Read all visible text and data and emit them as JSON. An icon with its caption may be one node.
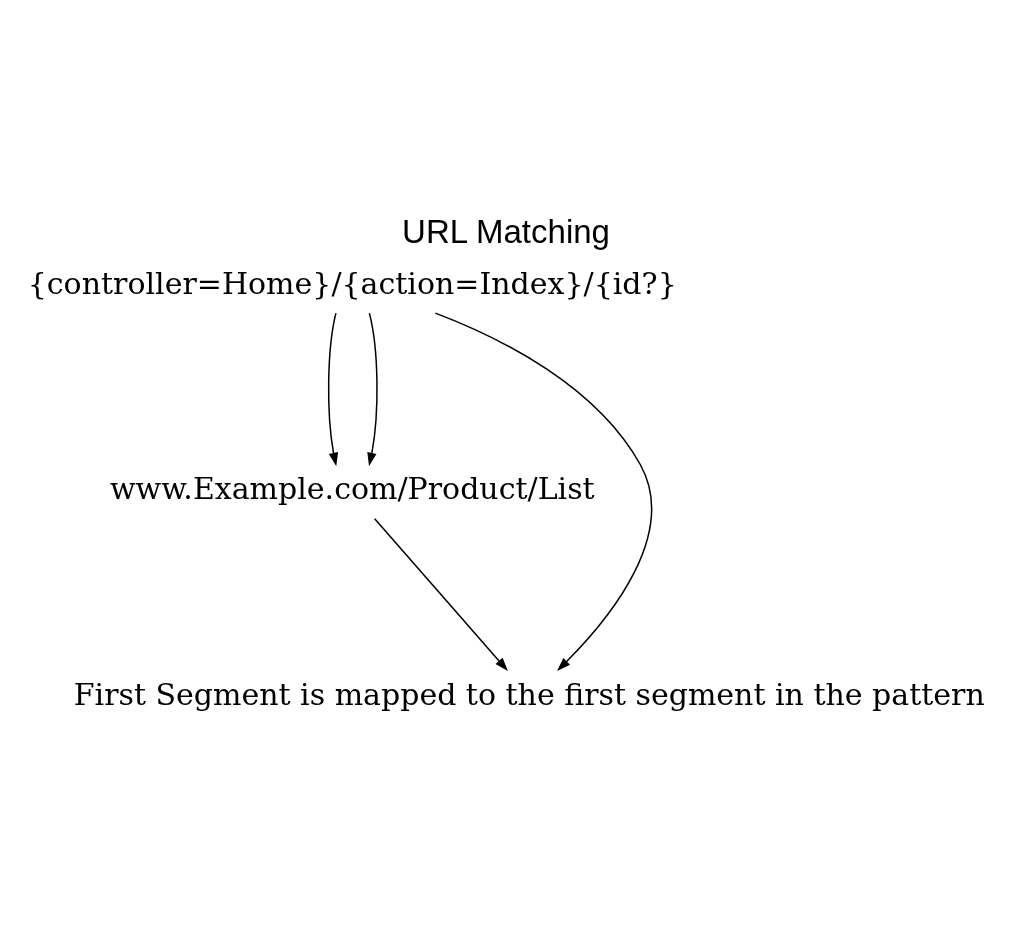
{
  "diagram": {
    "title": "URL Matching",
    "nodes": [
      {
        "text": [
          "{controller=Home}/{action=Index}/{id?}"
        ]
      },
      {
        "text": [
          "www.Example.com/Product/List"
        ]
      },
      {
        "text": [
          "First Segment is mapped to the first segment in the pattern"
        ]
      }
    ],
    "edges": [
      {
        "from": 0,
        "to": 1,
        "arrow": "to"
      },
      {
        "from": 0,
        "to": 1,
        "arrow": "to"
      },
      {
        "from": 1,
        "to": 2,
        "arrow": "to"
      },
      {
        "from": 0,
        "to": 2,
        "arrow": "to"
      }
    ]
  }
}
